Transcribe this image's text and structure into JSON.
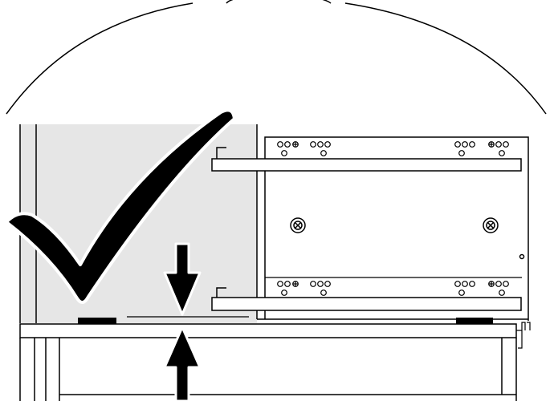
{
  "figure": {
    "kind": "installation-illustration",
    "colors": {
      "line": "#000000",
      "cabinet_fill": "#e6e6e6",
      "background": "#ffffff",
      "check_fill": "#000000",
      "arrow_fill": "#000000"
    },
    "icons": [
      "checkmark-icon",
      "arrow-down-icon",
      "arrow-up-icon",
      "screw-icon"
    ],
    "shelf_count": 2,
    "bracket_count": 2
  }
}
